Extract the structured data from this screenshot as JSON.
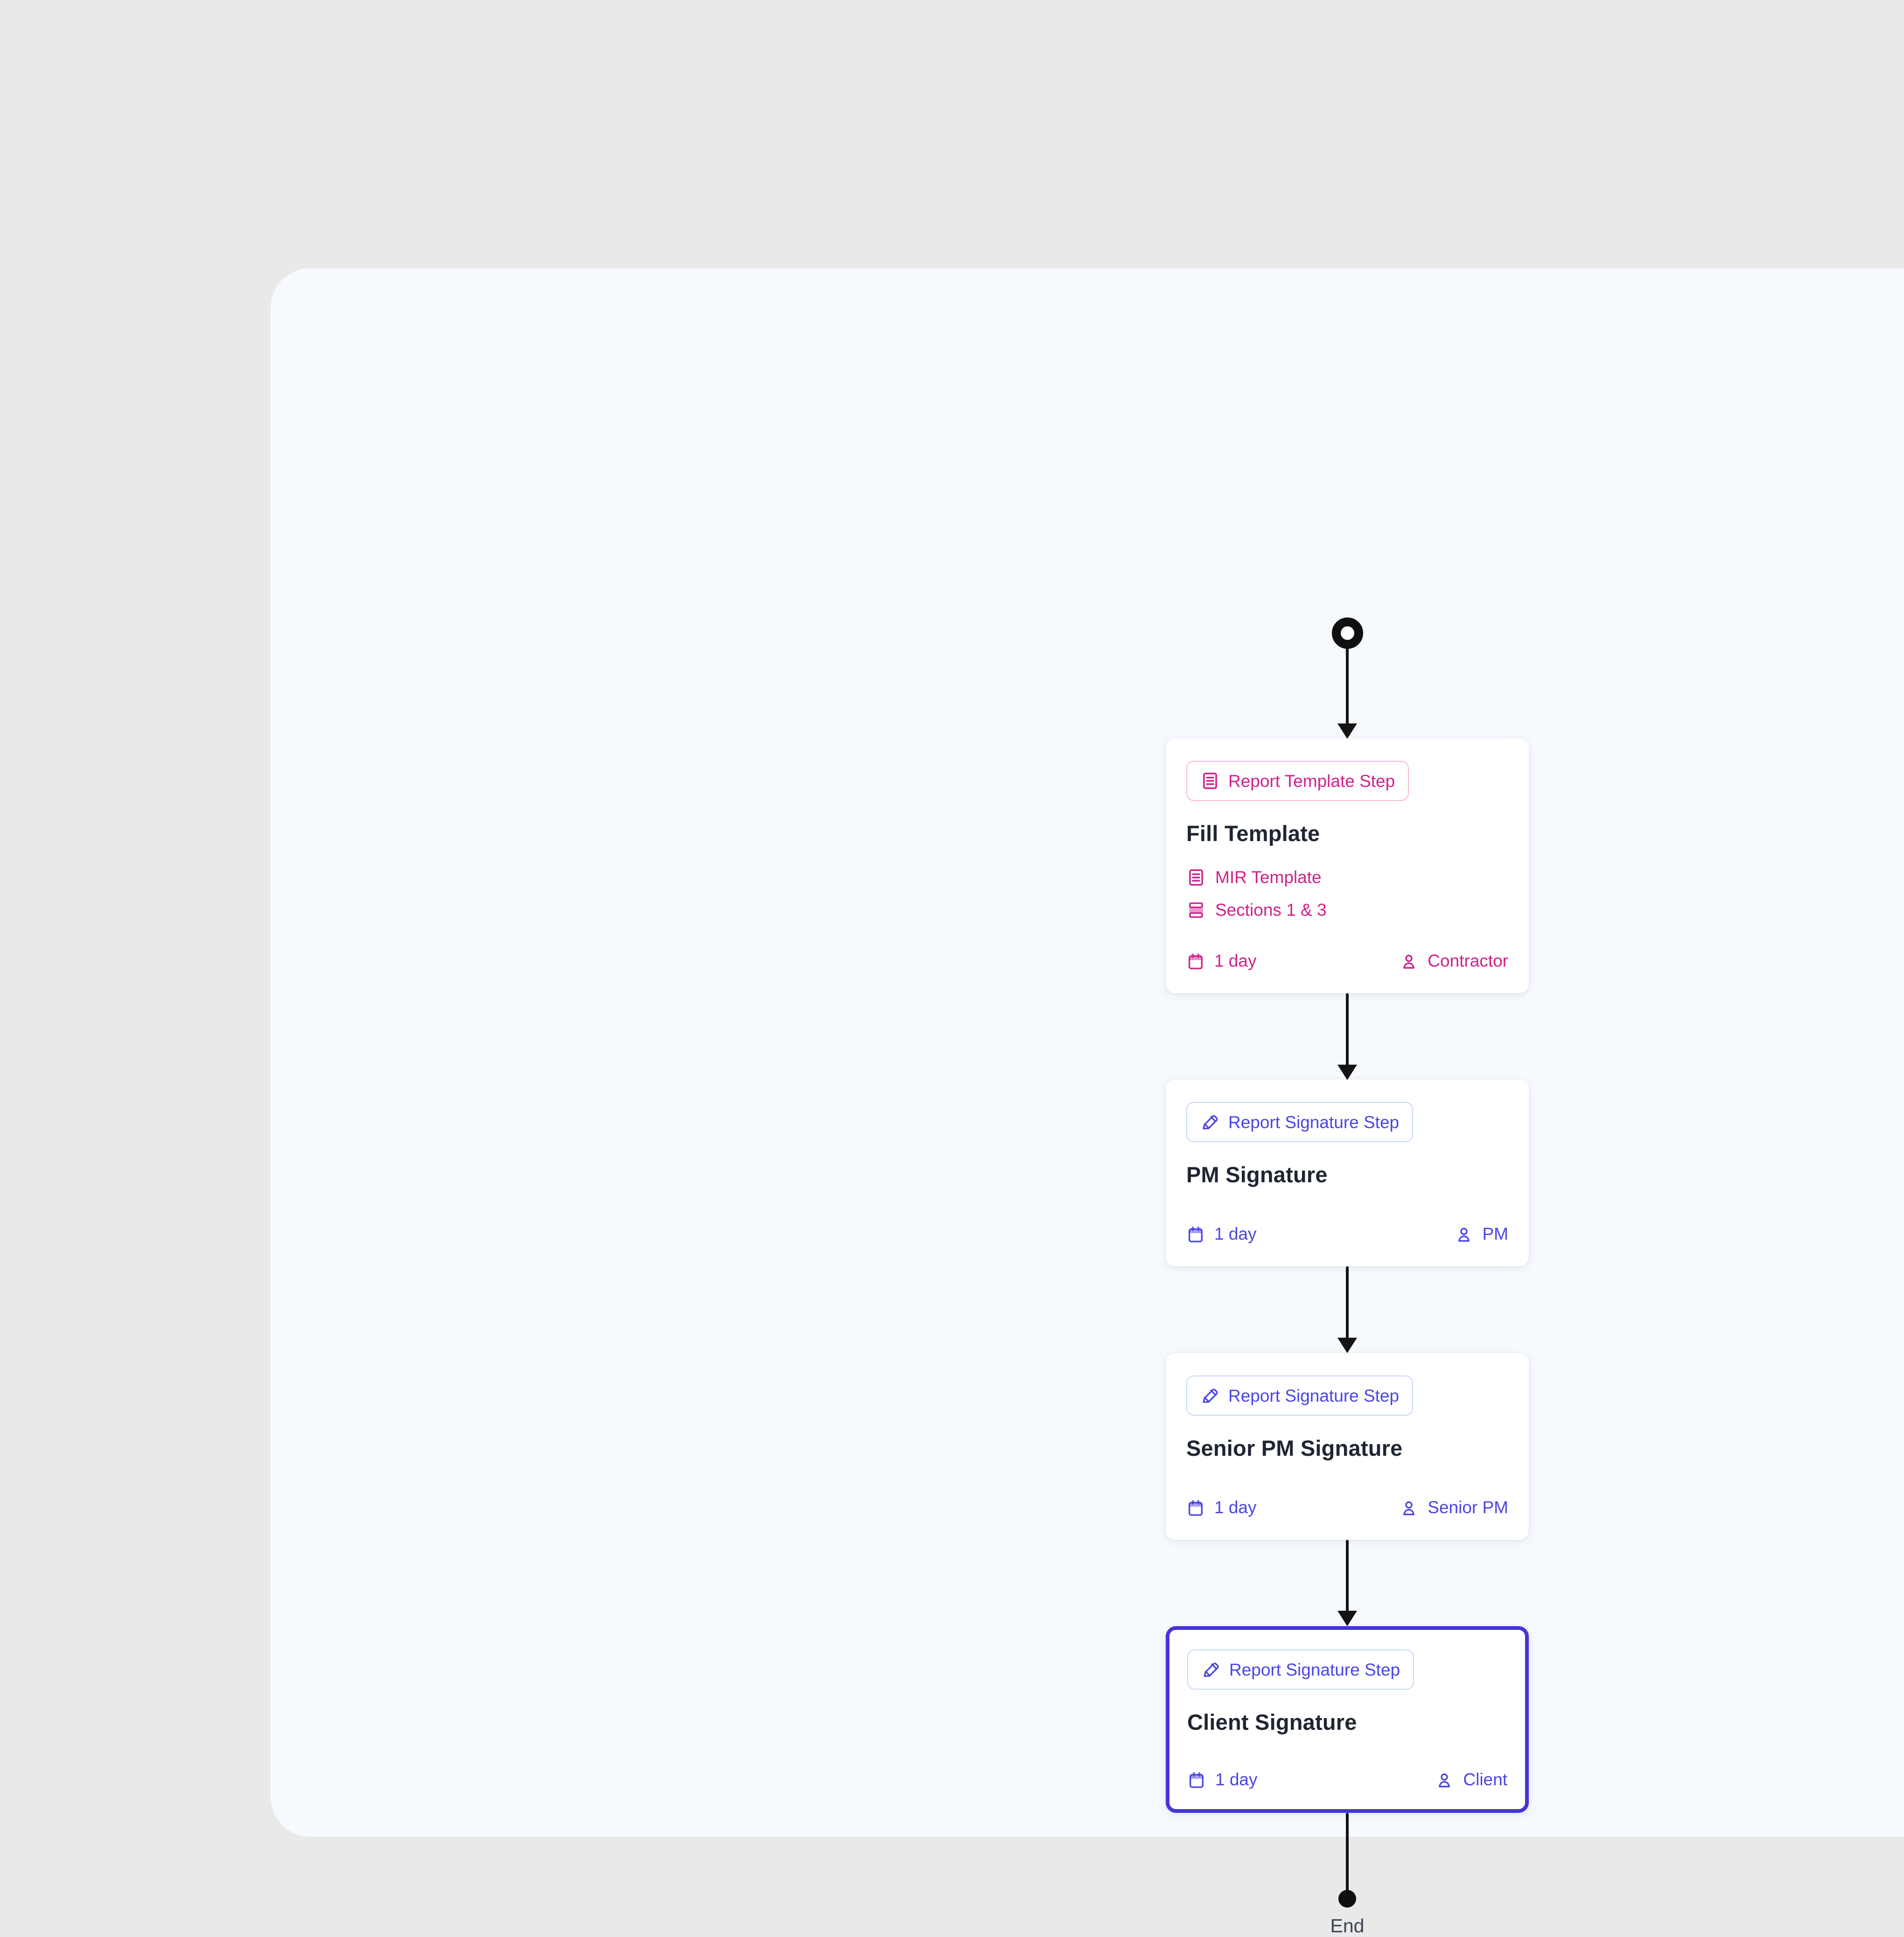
{
  "theme": {
    "outer_background": "#e9e9e9",
    "canvas_background": "#f6f9fe",
    "card_background": "#ffffff",
    "pink_accent": "#d0218c",
    "pink_badge_border": "#f6b9dd",
    "indigo_accent": "#4b46e2",
    "indigo_badge_border": "#c7d8fb",
    "selected_card_border": "#4434d8",
    "title_color": "#1f2532",
    "connector_color": "#141414",
    "end_label_color": "#3d4452"
  },
  "flow": {
    "start_node": {
      "type": "start",
      "icon": "start-ring-icon"
    },
    "nodes": [
      {
        "badge": "Report Template Step",
        "badge_icon": "template-document-icon",
        "title": "Fill Template",
        "meta": [
          {
            "icon": "template-document-icon",
            "label": "MIR Template"
          },
          {
            "icon": "sections-icon",
            "label": "Sections 1 & 3"
          }
        ],
        "duration": "1 day",
        "duration_icon": "calendar-icon",
        "assignee": "Contractor",
        "assignee_icon": "user-icon",
        "accent": "pink",
        "selected": false
      },
      {
        "badge": "Report Signature Step",
        "badge_icon": "signature-pen-icon",
        "title": "PM Signature",
        "meta": [],
        "duration": "1 day",
        "duration_icon": "calendar-icon",
        "assignee": "PM",
        "assignee_icon": "user-icon",
        "accent": "indigo",
        "selected": false
      },
      {
        "badge": "Report Signature Step",
        "badge_icon": "signature-pen-icon",
        "title": "Senior PM Signature",
        "meta": [],
        "duration": "1 day",
        "duration_icon": "calendar-icon",
        "assignee": "Senior PM",
        "assignee_icon": "user-icon",
        "accent": "indigo",
        "selected": false
      },
      {
        "badge": "Report Signature Step",
        "badge_icon": "signature-pen-icon",
        "title": "Client Signature",
        "meta": [],
        "duration": "1 day",
        "duration_icon": "calendar-icon",
        "assignee": "Client",
        "assignee_icon": "user-icon",
        "accent": "indigo",
        "selected": true
      }
    ],
    "end_node": {
      "type": "end",
      "label": "End",
      "icon": "end-dot-icon"
    }
  }
}
